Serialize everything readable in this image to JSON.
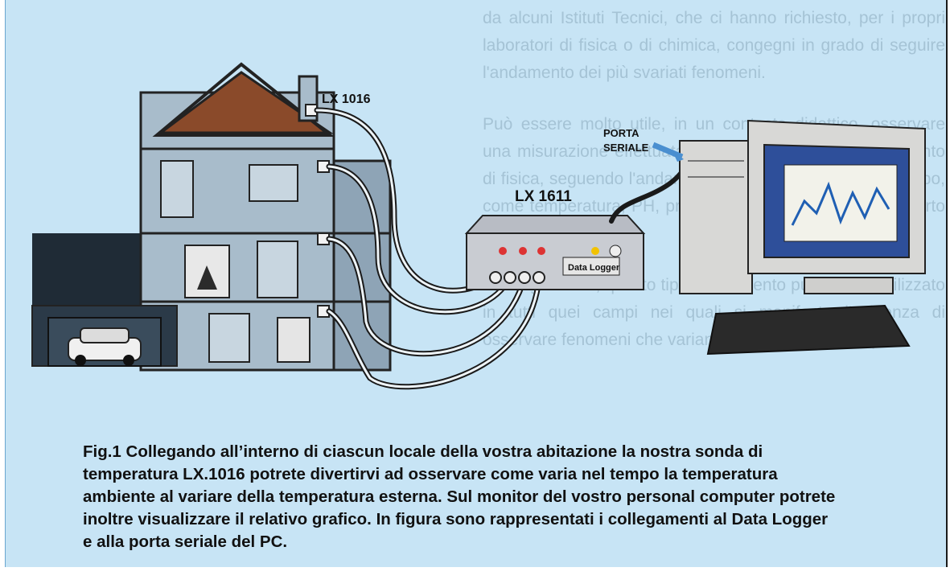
{
  "labels": {
    "probe": "LX 1016",
    "logger": "LX 1611",
    "port_line1": "PORTA",
    "port_line2": "SERIALE",
    "device_name": "Data Logger"
  },
  "caption": "Fig.1 Collegando all’interno di ciascun locale della vostra abitazione la nostra sonda di temperatura LX.1016 potrete divertirvi ad osservare come varia nel tempo la temperatura ambiente al variare della temperatura esterna. Sul monitor del vostro personal computer potrete inoltre visualizzare il relativo grafico. In figura sono rappresentati i collegamenti al Data Logger e alla porta seriale del PC.",
  "background_text": {
    "right_paragraphs": [
      "da alcuni Istituti Tecnici, che ci hanno richiesto, per i propri laboratori di fisica o di chimica, congegni in grado di seguire l'andamento dei più svariati fenomeni.",
      "Può essere molto utile, in un contesto didattico, osservare una misurazione effettuata durante un qualsiasi esperimento di fisica, seguendo l'andamento dei suoi parametri nel tempo, come temperatura, PH, pressione ecc., all'interno di un certo intervallo di tempo.",
      "Più in generale, questo tipo di strumento può essere utilizzato in tutti quei campi nei quali si manifesta l'esigenza di osservare fenomeni che variano lentamente nel tempo."
    ]
  },
  "colors": {
    "background": "#c7e4f5",
    "roof": "#8a4a2a",
    "house_wall": "#9ab0c0",
    "garage": "#2b3a48",
    "logger_body": "#c9ccd2",
    "monitor": "#d8d8d6"
  },
  "icons": [
    "house-illustration",
    "data-logger-device",
    "computer-illustration",
    "arrow-icon",
    "car-icon",
    "fireplace-icon"
  ]
}
